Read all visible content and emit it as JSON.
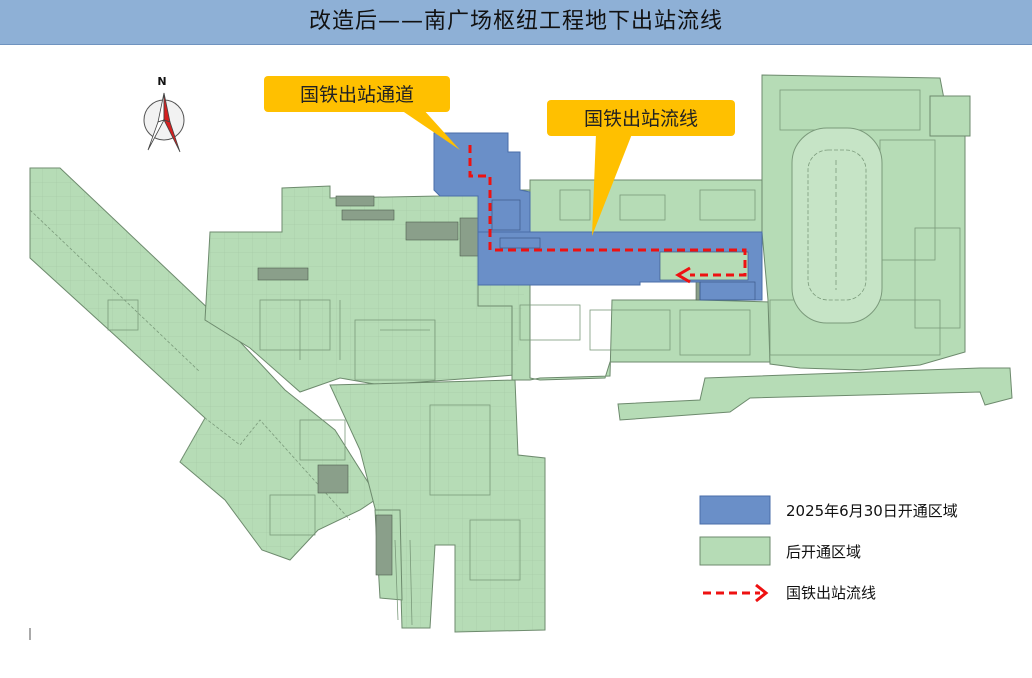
{
  "header": {
    "title": "改造后——南广场枢纽工程地下出站流线"
  },
  "callouts": {
    "passage": "国铁出站通道",
    "flow": "国铁出站流线"
  },
  "compass": {
    "north_label": "N"
  },
  "legend": {
    "items": [
      {
        "label": "2025年6月30日开通区域",
        "color": "#6a8fc8"
      },
      {
        "label": "后开通区域",
        "color": "#b6dcb6"
      },
      {
        "label": "国铁出站流线",
        "color": "#ee1111"
      }
    ]
  },
  "colors": {
    "header_bg": "#8eb0d6",
    "opened_area": "#6a8fc8",
    "later_area": "#b6dcb6",
    "callout_bg": "#ffc000",
    "flow_line": "#ee1111",
    "outline": "#6d8a6d"
  }
}
